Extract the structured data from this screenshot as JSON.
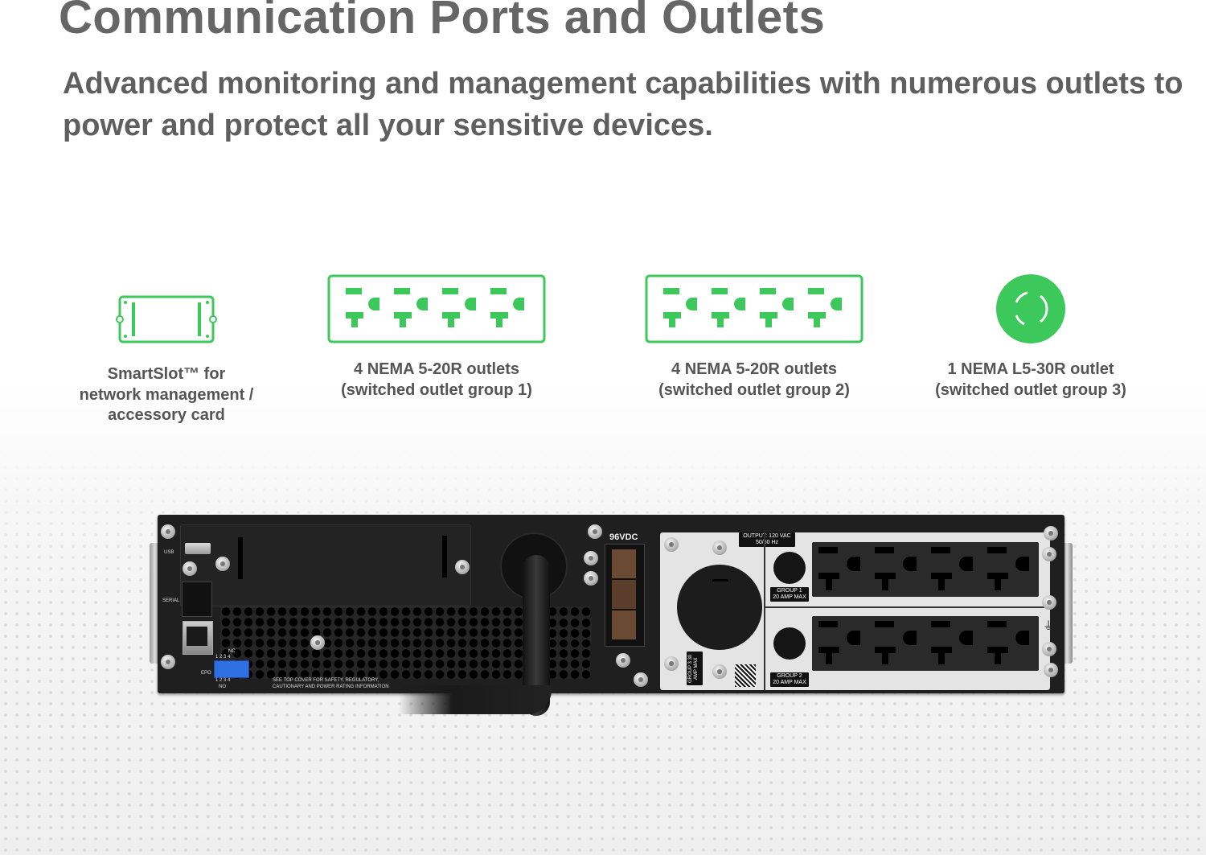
{
  "header": {
    "title": "Communication Ports and Outlets",
    "subtitle": "Advanced monitoring and management capabilities with numerous outlets to power and protect all your sensitive devices."
  },
  "colors": {
    "accent_green": "#3cc85a",
    "heading_gray": "#666666",
    "text_gray": "#555555"
  },
  "features": [
    {
      "icon": "smartslot-card-icon",
      "lines": [
        "SmartSlot™ for",
        "network management /",
        "accessory card"
      ]
    },
    {
      "icon": "nema-5-20r-outlets-icon",
      "lines": [
        "4 NEMA 5-20R outlets",
        "(switched outlet group 1)"
      ]
    },
    {
      "icon": "nema-5-20r-outlets-icon",
      "lines": [
        "4 NEMA 5-20R outlets",
        "(switched outlet group 2)"
      ]
    },
    {
      "icon": "nema-l5-30r-outlet-icon",
      "lines": [
        "1 NEMA L5-30R outlet",
        "(switched outlet group 3)"
      ]
    }
  ],
  "device": {
    "port_labels": {
      "usb": "USB",
      "serial": "SERIAL",
      "epo": "EPO",
      "nc": "NC",
      "no": "NO",
      "epo_pins_top": "1 2 3 4",
      "epo_pins_bottom": "1 2 3 4"
    },
    "notice_line1": "SEE TOP COVER FOR SAFETY, REGULATORY,",
    "notice_line2": "CAUTIONARY AND POWER RATING INFORMATION",
    "battery_connector": "96VDC",
    "output_label_line1": "OUTPUT:  120 VAC",
    "output_label_line2": "50/60 Hz",
    "group1_line1": "GROUP 1",
    "group1_line2": "20 AMP MAX",
    "group2_line1": "GROUP 2",
    "group2_line2": "20 AMP MAX",
    "group3_line1": "GROUP 3",
    "group3_line2": "30 AMP MAX"
  }
}
